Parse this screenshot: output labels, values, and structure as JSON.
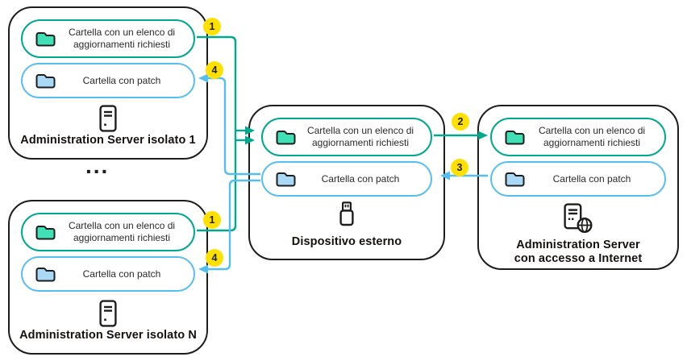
{
  "colors": {
    "accent_teal": "#00A88E",
    "accent_blue": "#54BEF0",
    "folder_fill_teal": "#3FE0B6",
    "folder_fill_blue": "#A9D9F7",
    "badge_yellow": "#FFE000",
    "outline_black": "#1D1D1B"
  },
  "boxes": {
    "server1": {
      "title": "Administration Server isolato 1",
      "folder_elenco_label": "Cartella con un elenco di aggiornamenti richiesti",
      "folder_patch_label": "Cartella con patch"
    },
    "serverN": {
      "title": "Administration Server isolato N",
      "folder_elenco_label": "Cartella con un elenco di aggiornamenti richiesti",
      "folder_patch_label": "Cartella con patch"
    },
    "external": {
      "title": "Dispositivo esterno",
      "folder_elenco_label": "Cartella con un elenco di aggiornamenti richiesti",
      "folder_patch_label": "Cartella con patch"
    },
    "internet": {
      "title": "Administration Server con accesso a Internet",
      "folder_elenco_label": "Cartella con un elenco di aggiornamenti richiesti",
      "folder_patch_label": "Cartella con patch"
    }
  },
  "ellipsis": "...",
  "steps": {
    "step1_server1": "1",
    "step4_server1": "4",
    "step1_serverN": "1",
    "step4_serverN": "4",
    "step2": "2",
    "step3": "3"
  }
}
